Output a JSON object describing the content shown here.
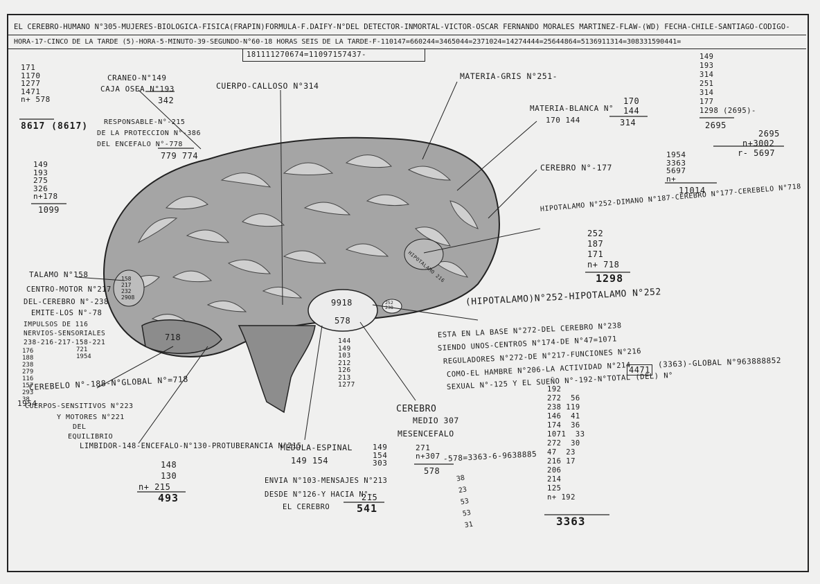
{
  "header": {
    "line1": "EL CEREBRO-HUMANO N°305-MUJERES-BIOLOGICA-FISICA(FRAPIN)FORMULA-F.DAIFY-N°DEL DETECTOR-INMORTAL-VICTOR-OSCAR FERNANDO MORALES MARTINEZ-FLAW-(WD) FECHA-CHILE-SANTIAGO-CODIGO-",
    "line2": "HORA-17-CINCO DE LA TARDE (5)-HORA-5-MINUTO-39-SEGUNDO-N°60-18 HORAS SEIS DE LA TARDE-F-110147=660244=3465044=2371024=14274444=25644864=5136911314=308331590441=",
    "line3": "181111270674=11097157437-"
  },
  "labels": {
    "craneo": "CRANEO-N°149",
    "caja_osea": "CAJA OSEA N°193",
    "caja_sum": "342",
    "cuerpo_calloso": "CUERPO-CALLOSO N°314",
    "materia_gris": "MATERIA-GRIS N°251-",
    "materia_blanca": "MATERIA-BLANCA N°",
    "mb_values": "170   144",
    "mb_right_top": "170",
    "mb_right_mid": "144",
    "mb_total": "314",
    "cerebro_177": "CEREBRO N°-177",
    "responsable1": "RESPONSABLE-N°-215",
    "responsable2": "DE LA PROTECCION N°-386",
    "responsable3": "DEL ENCEFALO N°-778",
    "responsable_sum": "779   774",
    "hipotalamo_main": "HIPOTALAMO N°252-DIMANO N°187-CEREBRO N°177-CEREBELO N°718",
    "hipot_inner": "HIPOTALAMO 216",
    "talamo": "TALAMO N°158",
    "centro_motor1": "CENTRO-MOTOR N°217",
    "centro_motor2": "DEL-CEREBRO N°-238",
    "centro_motor3": "EMITE-LOS N°-78",
    "impulsos1": "IMPULSOS DE    116",
    "impulsos2": "NERVIOS-SENSORIALES",
    "impulsos3": "238-216-217-158-221",
    "inside_nums": "158\n217\n232\n2908",
    "center_top": "9918",
    "center_bot": "578",
    "small_circle": "252\n238",
    "hipotalamo_line": "(HIPOTALAMO)N°252-HIPOTALAMO N°252",
    "esta_base1": "ESTA EN LA BASE N°272-DEL CEREBRO N°238",
    "esta_base2": "SIENDO UNOS-CENTROS N°174-DE N°47=1071",
    "esta_base3": "REGULADORES N°272-DE N°217-FUNCIONES N°216",
    "esta_base4": "COMO-EL HAMBRE N°206-LA ACTIVIDAD N°214",
    "esta_base5": "SEXUAL N°-125 Y EL SUEÑO N°-192-N°TOTAL (DEL) N°",
    "boxed": "4471",
    "after_box": "(3363)-GLOBAL N°963888852",
    "lower_left_718": "718",
    "cerebelo": "CEREBELO N°-188-N°GLOBAL N°=718",
    "cerebelo2": "CUERPOS-SENSITIVOS N°223",
    "cerebelo3": "Y MOTORES N°221",
    "cerebelo4": "DEL",
    "cerebelo5": "EQUILIBRIO",
    "cerebelo_sum": "1954",
    "limbo": "LIMBIDOR-148-ENCEFALO-N°130-PROTUBERANCIA N°215",
    "limbo_sum1": "148",
    "limbo_sum2": "130",
    "limbo_sum3": "n+ 215",
    "limbo_total": "493",
    "medula": "MEDULA-ESPINAL",
    "medula_nums": "149        154",
    "medula_side": "149\n154\n303",
    "envia1": "ENVIA N°103-MENSAJES N°213",
    "envia2": "DESDE N°126-Y HACIA N°-",
    "envia3": "EL CEREBRO",
    "envia_sum": "215",
    "envia_total": "541",
    "cerebro_medio1": "CEREBRO",
    "cerebro_medio2": "MEDIO   307",
    "cerebro_medio3": "MESENCEFALO",
    "cm_sum": "271\nn+307",
    "cm_total": "578",
    "cm_chain": "-578=3363-6-9638885",
    "descending": "38\n23\n53\n53\n31",
    "left_top_stack": "171\n1170\n1277\n1471\nn+ 578",
    "left_top_total": "8617 (8617)",
    "left_mid_stack": "149\n193\n275\n326\nn+178",
    "left_mid_total": "1099",
    "left_small_stack": "176\n188\n238\n279\n116\n157\n293\n38",
    "right_top_stack": "149\n193\n314\n251\n314\n177\n1298 (2695)-",
    "right_top_total": "2695",
    "right_mid1": "2695",
    "right_mid2": "n+3002",
    "right_mid3": "r- 5697",
    "right_stack2": "1954\n3363\n5697\nn+",
    "right_stack2_total": "11014",
    "hipot_sum": "252\n187\n171\nn+ 718",
    "hipot_total": "1298",
    "center_nums": "144\n149\n103\n212\n126\n213\n1277",
    "bottom_right_stack": "192\n272  56\n238 119\n146  41\n174  36\n1071  33\n272  30\n47  23\n216 17\n206\n214\n125\nn+ 192",
    "bottom_right_total": "3363",
    "mini_total": "721\n1954"
  },
  "colors": {
    "paper": "#f0f0ef",
    "ink": "#1a1a1a",
    "brain_fill": "#9a9a9a",
    "brain_light": "#c8c8c8"
  }
}
